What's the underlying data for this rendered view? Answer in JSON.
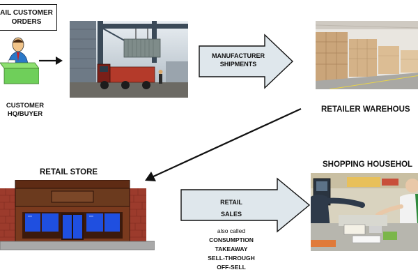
{
  "orders_box": {
    "line1": "AIL CUSTOMER",
    "line2": "ORDERS"
  },
  "customer_label": {
    "line1": "CUSTOMER",
    "line2": "HQ/BUYER"
  },
  "manufacturer_arrow": {
    "line1": "MANUFACTURER",
    "line2": "SHIPMENTS"
  },
  "retailer_warehouse": {
    "title": "RETAILER WAREHOUS"
  },
  "retail_store": {
    "title": "RETAIL STORE"
  },
  "shopping_household": {
    "title": "SHOPPING HOUSEHOL"
  },
  "retail_sales_arrow": {
    "line1": "RETAIL",
    "line2": "SALES"
  },
  "also_called": {
    "intro": "also called",
    "terms": [
      "CONSUMPTION",
      "TAKEAWAY",
      "SELL-THROUGH",
      "OFF-SELL"
    ]
  },
  "colors": {
    "arrow_fill": "#dfe7ec",
    "brick": "#9c3b2c",
    "awning": "#6b3a1e",
    "glass": "#1f4fe0",
    "desk": "#6fcf5a",
    "buyer_shirt": "#2a78c8"
  },
  "icons": {
    "buyer": "buyer-at-desk-icon",
    "flow_arrow": "right-arrow-icon",
    "diagonal_arrow": "diagonal-arrow-icon",
    "store": "storefront-icon"
  }
}
